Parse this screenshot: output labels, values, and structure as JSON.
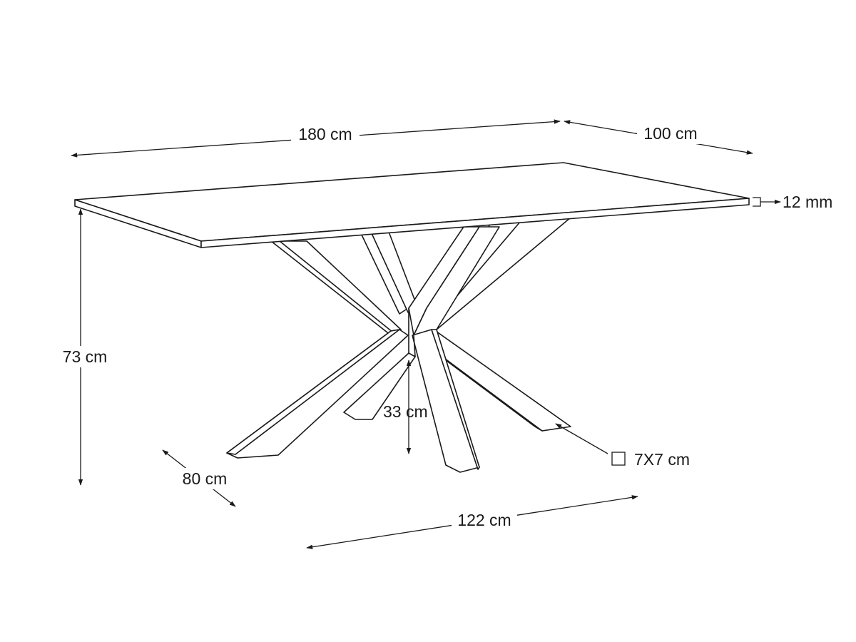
{
  "dimensions": {
    "length": "180 cm",
    "width": "100 cm",
    "top_thickness": "12 mm",
    "height": "73 cm",
    "base_clearance": "33 cm",
    "leg_section": "7X7 cm",
    "base_width": "80 cm",
    "base_length": "122 cm"
  }
}
